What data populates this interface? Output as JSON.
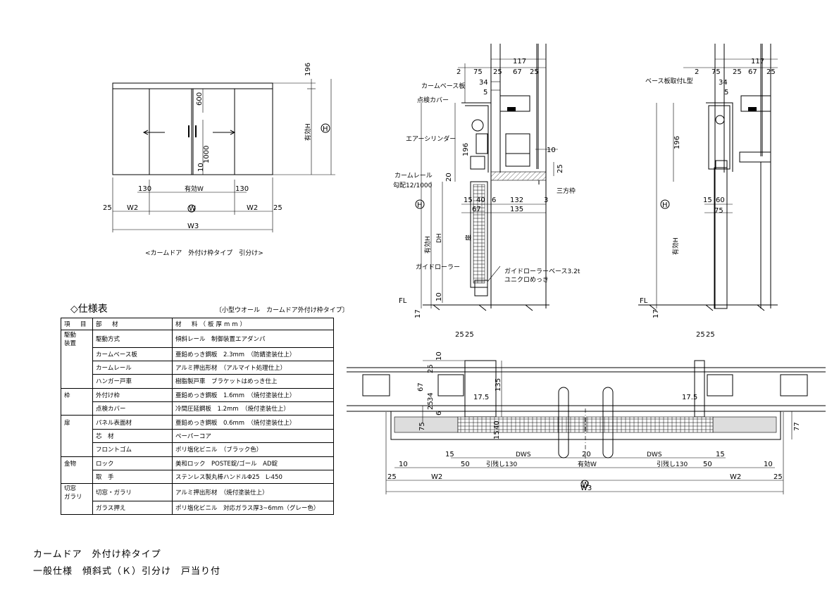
{
  "elevation": {
    "caption": "<カームドア　外付け枠タイプ　引分け>",
    "dims": {
      "d196": "196",
      "d600": "600",
      "d1000": "1000",
      "d10": "10",
      "yukoH": "有効H",
      "H": "H",
      "d130a": "130",
      "yukoW": "有効W",
      "d130b": "130",
      "d25a": "25",
      "W2a": "W2",
      "W": "W",
      "W2b": "W2",
      "d25b": "25",
      "W3": "W3"
    }
  },
  "section1": {
    "labels": {
      "cam_base": "カームベース板",
      "tenken": "点検カバー",
      "air": "エアーシリンダー",
      "cam_rail": "カームレール",
      "slope": "勾配12/1000",
      "sanpo": "三方枠",
      "tobira": "扉",
      "guide": "ガイドローラー",
      "guide_base": "ガイドローラーベース3.2t",
      "unichrome": "ユニクロめっき",
      "FL": "FL"
    },
    "dims": {
      "d117": "117",
      "d2": "2",
      "d75": "75",
      "d25a": "25",
      "d67": "67",
      "d25b": "25",
      "d34": "34",
      "d5": "5",
      "d10": "10",
      "d25c": "25",
      "d196": "196",
      "d20": "20",
      "d15": "15",
      "d40": "40",
      "d6": "6",
      "d132": "132",
      "d3": "3",
      "d67b": "67",
      "d135": "135",
      "H": "H",
      "yukoH": "有効H",
      "DH": "DH",
      "d10b": "10",
      "d17": "17"
    }
  },
  "section2": {
    "labels": {
      "base": "ベース板取付L型",
      "FL": "FL"
    },
    "dims": {
      "d117": "117",
      "d2": "2",
      "d75": "75",
      "d25a": "25",
      "d67": "67",
      "d25b": "25",
      "d34": "34",
      "d5": "5",
      "d196": "196",
      "d15": "15",
      "d60": "60",
      "d75b": "75",
      "H": "H",
      "yukoH": "有効H",
      "d17": "17"
    }
  },
  "plan": {
    "dims": {
      "d25a": "25",
      "d25b": "25",
      "d25c": "25",
      "d25d": "25",
      "d10": "10",
      "d25e": "25",
      "d67": "67",
      "d34": "34",
      "d25f": "25",
      "d6": "6",
      "d135": "135",
      "d17_5a": "17.5",
      "d17_5b": "17.5",
      "d75": "75",
      "d40": "40",
      "d15": "15",
      "d20": "20",
      "d15b": "15",
      "d50a": "50",
      "hiki1": "引残し130",
      "DWS1": "DWS",
      "yukoW": "有効W",
      "DWS2": "DWS",
      "hiki2": "引残し130",
      "d50b": "50",
      "d15c": "15",
      "d10a": "10",
      "d10b": "10",
      "d25g": "25",
      "W2a": "W2",
      "W": "W",
      "W2b": "W2",
      "d25h": "25",
      "W3": "W3",
      "d77": "77"
    }
  },
  "spec": {
    "title": "◇仕様表",
    "subtitle": "〔小型ウオール　カームドア外付け枠タイプ〕",
    "header": [
      "項　目",
      "部　材",
      "材　料（板厚mm）"
    ],
    "rows": [
      {
        "group": "駆動\n装置",
        "part": "駆動方式",
        "material": "傾斜レール　制御装置エアダンパ"
      },
      {
        "group": "",
        "part": "カームベース板",
        "material": "亜鉛めっき鋼板　2.3mm　（防錆塗装仕上）"
      },
      {
        "group": "",
        "part": "カームレール",
        "material": "アルミ押出形材　（アルマイト処理仕上）"
      },
      {
        "group": "",
        "part": "ハンガー戸車",
        "material": "樹脂製戸車　ブラケットはめっき仕上"
      },
      {
        "group": "枠",
        "part": "外付け枠",
        "material": "亜鉛めっき鋼板　1.6mm　（焼付塗装仕上）"
      },
      {
        "group": "",
        "part": "点検カバー",
        "material": "冷間圧延鋼板　1.2mm　（焼付塗装仕上）"
      },
      {
        "group": "扉",
        "part": "パネル表面材",
        "material": "亜鉛めっき鋼板　0.6mm　（焼付塗装仕上）"
      },
      {
        "group": "",
        "part": "芯　材",
        "material": "ペーパーコア"
      },
      {
        "group": "",
        "part": "フロントゴム",
        "material": "ポリ塩化ビニル　（ブラック色）"
      },
      {
        "group": "金物",
        "part": "ロック",
        "material": "美和ロック　POSTE錠/ゴール　AD錠"
      },
      {
        "group": "",
        "part": "取　手",
        "material": "ステンレス製丸棒ハンドルΦ25　L-450"
      },
      {
        "group": "切窓\nガラリ",
        "part": "切窓・ガラリ",
        "material": "アルミ押出形材　（焼付塗装仕上）"
      },
      {
        "group": "",
        "part": "ガラス押え",
        "material": "ポリ塩化ビニル　対応ガラス厚3~6mm（グレー色）"
      }
    ]
  },
  "footer": {
    "line1": "カームドア　外付け枠タイプ",
    "line2": "一般仕様　傾斜式（Ｋ）引分け　戸当り付"
  }
}
